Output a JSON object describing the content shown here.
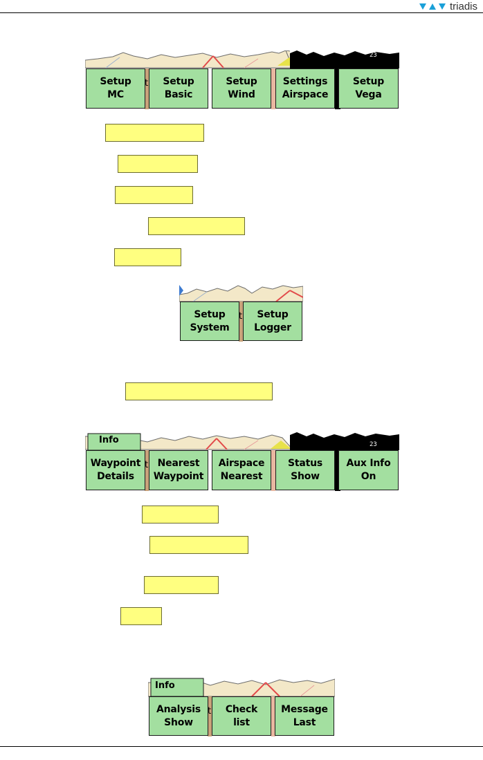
{
  "brand": {
    "name": "triadis",
    "accent": "#1aa0d8"
  },
  "colors": {
    "button": "#a3dfa0",
    "highlight": "#ffff80",
    "terrain": "#f3e8c8"
  },
  "menu1": {
    "mc_l1": "Setup",
    "mc_l2": "MC",
    "basic_l1": "Setup",
    "basic_l2": "Basic",
    "wind_l1": "Setup",
    "wind_l2": "Wind",
    "airspace_l1": "Settings",
    "airspace_l2": "Airspace",
    "vega_l1": "Setup",
    "vega_l2": "Vega",
    "marker": "t",
    "counter": "23"
  },
  "menu2": {
    "system_l1": "Setup",
    "system_l2": "System",
    "logger_l1": "Setup",
    "logger_l2": "Logger",
    "marker": "t"
  },
  "menu3": {
    "wp_l1": "Waypoint",
    "wp_l2": "Details",
    "near_l1": "Nearest",
    "near_l2": "Waypoint",
    "air_l1": "Airspace",
    "air_l2": "Nearest",
    "status_l1": "Status",
    "status_l2": "Show",
    "aux_l1": "Aux Info",
    "aux_l2": "On",
    "marker": "t",
    "info": "Info",
    "counter": "23"
  },
  "menu4": {
    "analysis_l1": "Analysis",
    "analysis_l2": "Show",
    "check_l1": "Check",
    "check_l2": "list",
    "msg_l1": "Message",
    "msg_l2": "Last",
    "marker": "t",
    "info": "Info"
  }
}
